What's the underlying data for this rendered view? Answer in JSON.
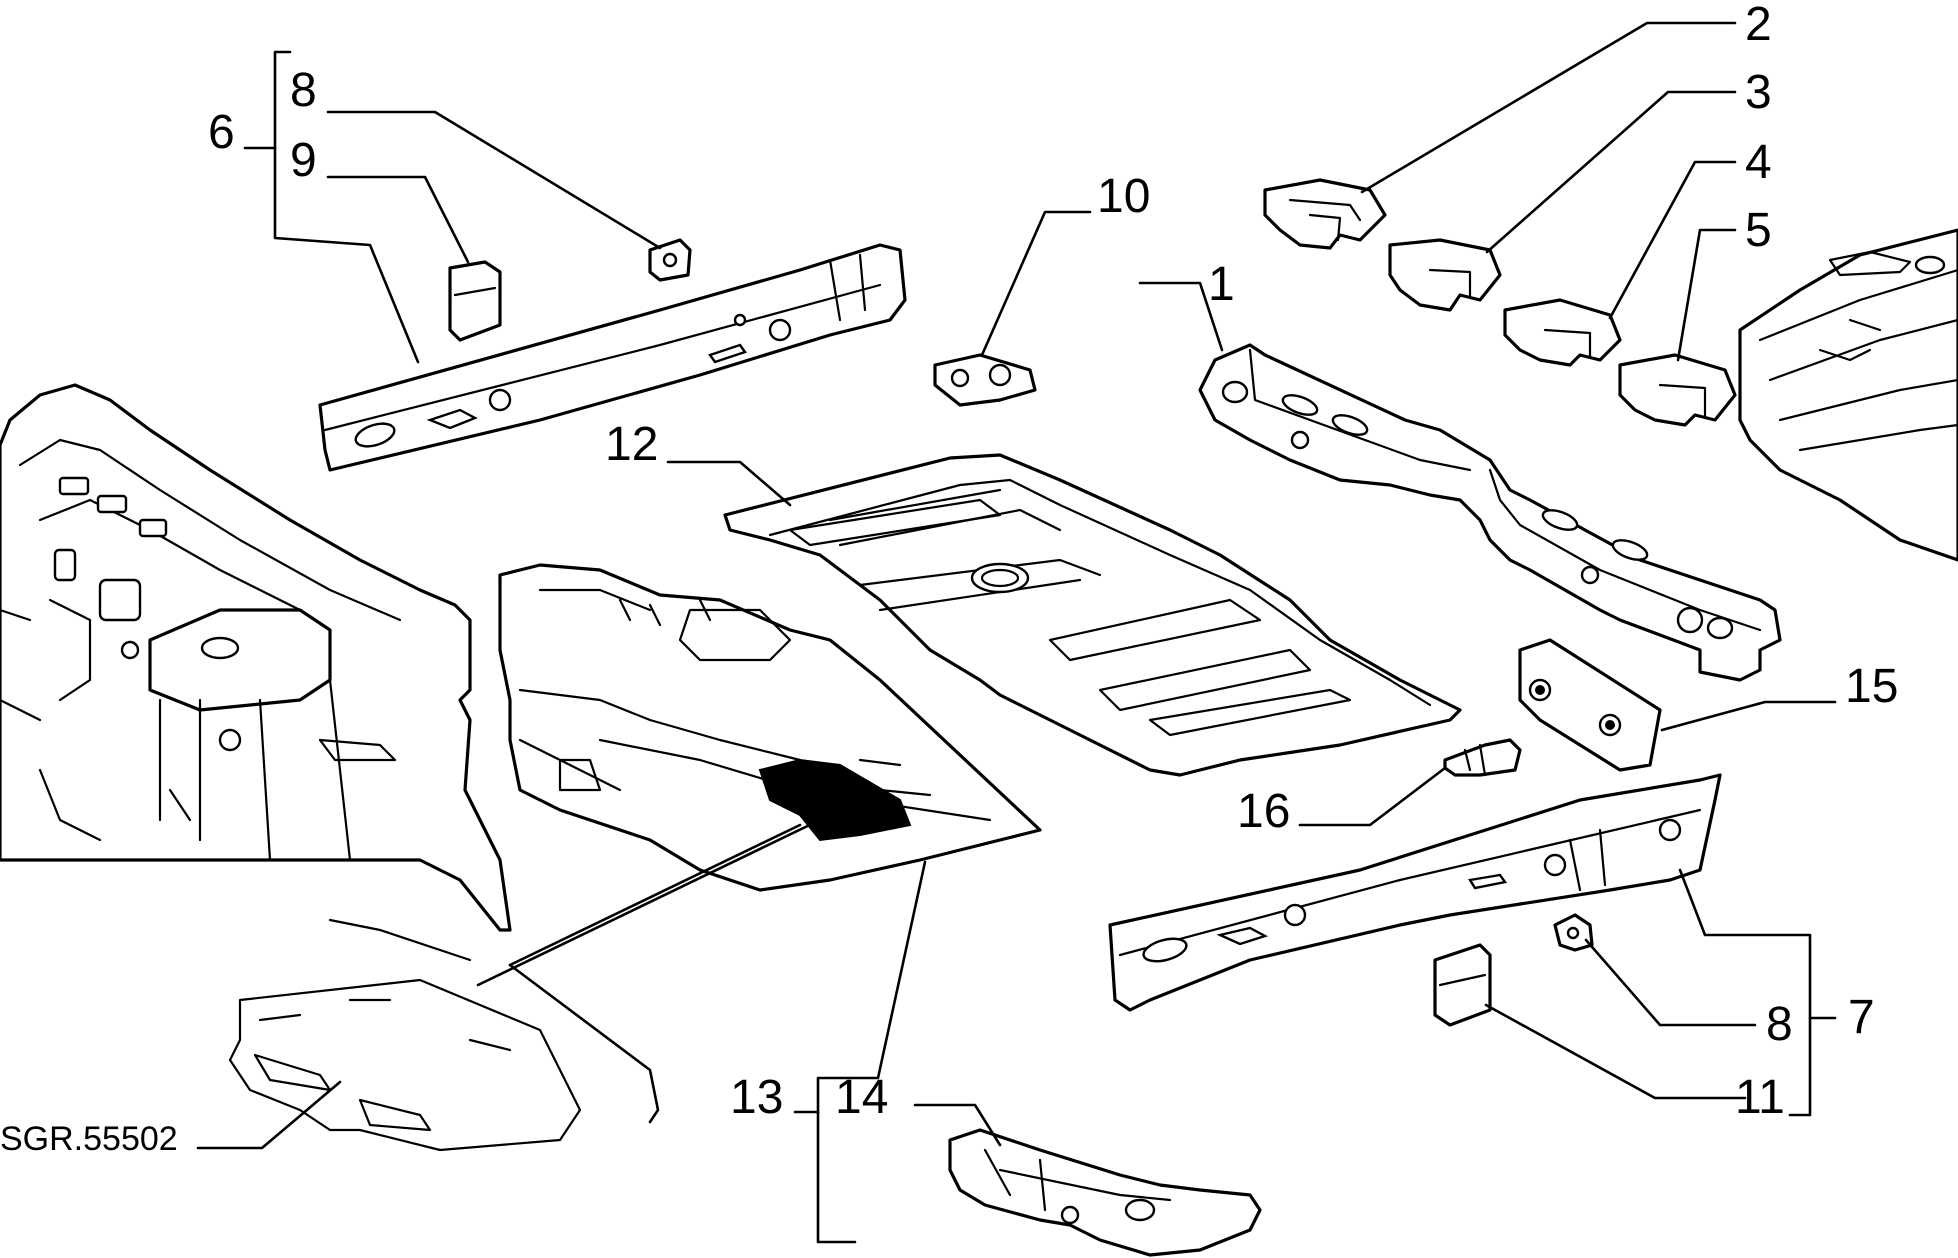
{
  "colors": {
    "line": "#000000",
    "background": "#ffffff"
  },
  "callouts": [
    {
      "id": "c1",
      "text": "1"
    },
    {
      "id": "c2",
      "text": "2"
    },
    {
      "id": "c3",
      "text": "3"
    },
    {
      "id": "c4",
      "text": "4"
    },
    {
      "id": "c5",
      "text": "5"
    },
    {
      "id": "c6",
      "text": "6"
    },
    {
      "id": "c7",
      "text": "7"
    },
    {
      "id": "c8a",
      "text": "8"
    },
    {
      "id": "c8b",
      "text": "8"
    },
    {
      "id": "c9",
      "text": "9"
    },
    {
      "id": "c10",
      "text": "10"
    },
    {
      "id": "c11",
      "text": "11"
    },
    {
      "id": "c12",
      "text": "12"
    },
    {
      "id": "c13",
      "text": "13"
    },
    {
      "id": "c14",
      "text": "14"
    },
    {
      "id": "c15",
      "text": "15"
    },
    {
      "id": "c16",
      "text": "16"
    }
  ],
  "reference": {
    "text": "SGR.55502"
  }
}
